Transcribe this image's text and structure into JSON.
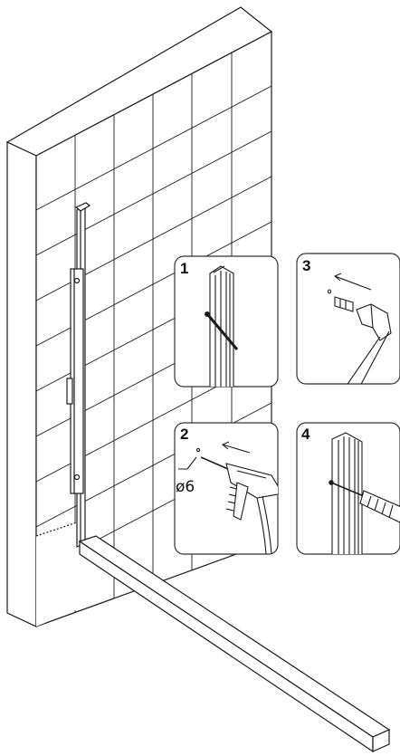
{
  "steps": [
    {
      "number": "1",
      "description": "mark"
    },
    {
      "number": "2",
      "description": "drill",
      "drill_diameter_label": "ø6"
    },
    {
      "number": "3",
      "description": "insert-plug"
    },
    {
      "number": "4",
      "description": "screw"
    }
  ],
  "colors": {
    "line": "#1a1a1a",
    "background": "#ffffff",
    "panel_border": "#333333"
  }
}
